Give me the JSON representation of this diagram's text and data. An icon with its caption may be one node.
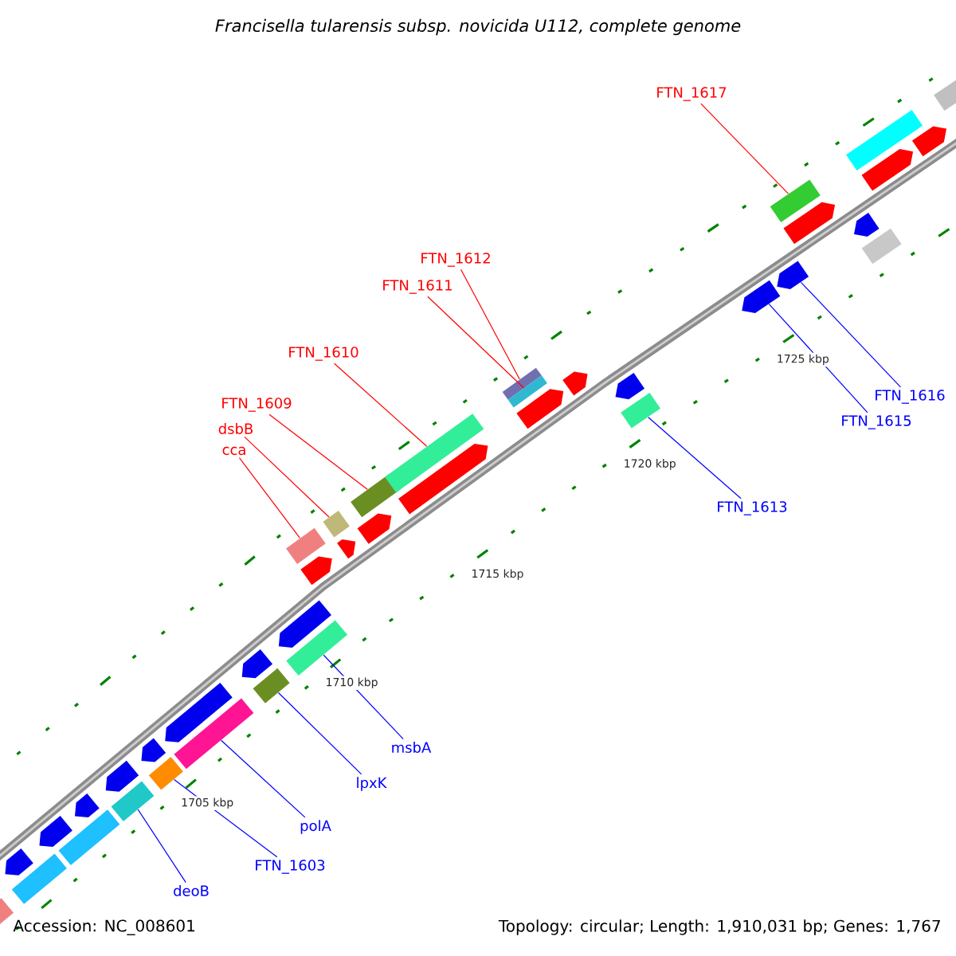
{
  "diagram": {
    "title": "Francisella tularensis subsp. novicida U112, complete genome",
    "nodes": [
      {
        "text": [
          "FTN_1617"
        ]
      },
      {
        "text": [
          "FTN_1612"
        ]
      },
      {
        "text": [
          "FTN_1611"
        ]
      },
      {
        "text": [
          "FTN_1610"
        ]
      },
      {
        "text": [
          "FTN_1616"
        ]
      },
      {
        "text": [
          "FTN_1609"
        ]
      },
      {
        "text": [
          "FTN_1615"
        ]
      },
      {
        "text": [
          "dsbB"
        ]
      },
      {
        "text": [
          "cca"
        ]
      },
      {
        "text": [
          "FTN_1613"
        ]
      },
      {
        "text": [
          "msbA"
        ]
      },
      {
        "text": [
          "lpxK"
        ]
      },
      {
        "text": [
          "polA"
        ]
      },
      {
        "text": [
          "FTN_1603"
        ]
      },
      {
        "text": [
          "deoB"
        ]
      },
      {
        "text": [],
        "shape": "bar"
      },
      {
        "text": [],
        "shape": "arrow"
      },
      {
        "text": [],
        "shape": "bar"
      },
      {
        "text": [],
        "shape": "arrow"
      },
      {
        "text": [],
        "shape": "arrow"
      },
      {
        "text": [],
        "shape": "bar"
      },
      {
        "text": [],
        "shape": "arrow"
      },
      {
        "text": [],
        "shape": "bar"
      },
      {
        "text": [],
        "shape": "arrow"
      },
      {
        "text": [],
        "shape": "bar"
      },
      {
        "text": [],
        "shape": "arrow"
      },
      {
        "text": [],
        "shape": "bar"
      },
      {
        "text": [],
        "shape": "arrow"
      },
      {
        "text": [],
        "shape": "bar"
      },
      {
        "text": [],
        "shape": "bar"
      },
      {
        "text": [],
        "shape": "arrow"
      },
      {
        "text": [],
        "shape": "arrow"
      },
      {
        "text": [],
        "shape": "bar"
      },
      {
        "text": [],
        "shape": "bar"
      },
      {
        "text": [],
        "shape": "arrow"
      },
      {
        "text": [],
        "shape": "arrow"
      },
      {
        "text": [],
        "shape": "bar"
      },
      {
        "text": [],
        "shape": "bar"
      },
      {
        "text": [],
        "shape": "arrow"
      },
      {
        "text": [],
        "shape": "bar"
      },
      {
        "text": [],
        "shape": "bar"
      },
      {
        "text": [],
        "shape": "arrow"
      },
      {
        "text": [],
        "shape": "arrow"
      },
      {
        "text": [],
        "shape": "arrow"
      },
      {
        "text": [],
        "shape": "bar"
      },
      {
        "text": [],
        "shape": "arrow"
      },
      {
        "text": [],
        "shape": "bar"
      },
      {
        "text": [],
        "shape": "arrow"
      },
      {
        "text": [],
        "shape": "arrow"
      },
      {
        "text": [],
        "shape": "arrow"
      },
      {
        "text": [],
        "shape": "bar"
      },
      {
        "text": [],
        "shape": "arrow"
      },
      {
        "text": [],
        "shape": "bar"
      },
      {
        "text": [],
        "shape": "arrow"
      },
      {
        "text": [],
        "shape": "bar"
      }
    ],
    "edges": [
      {
        "from": 0,
        "to": 46,
        "arrow": "none",
        "color": "#ff0000"
      },
      {
        "from": 1,
        "to": 39,
        "arrow": "none",
        "color": "#ff0000"
      },
      {
        "from": 2,
        "to": 40,
        "arrow": "none",
        "color": "#ff0000"
      },
      {
        "from": 3,
        "to": 37,
        "arrow": "none",
        "color": "#ff0000"
      },
      {
        "from": 4,
        "to": 47,
        "arrow": "none"
      },
      {
        "from": 5,
        "to": 36,
        "arrow": "none",
        "color": "#ff0000"
      },
      {
        "from": 6,
        "to": 45,
        "arrow": "none"
      },
      {
        "from": 7,
        "to": 33,
        "arrow": "none",
        "color": "#ff0000"
      },
      {
        "from": 8,
        "to": 29,
        "arrow": "none",
        "color": "#ff0000"
      },
      {
        "from": 9,
        "to": 44,
        "arrow": "none"
      },
      {
        "from": 10,
        "to": 32,
        "arrow": "none"
      },
      {
        "from": 11,
        "to": 28,
        "arrow": "none"
      },
      {
        "from": 12,
        "to": 26,
        "arrow": "none"
      },
      {
        "from": 13,
        "to": 24,
        "arrow": "none"
      },
      {
        "from": 14,
        "to": 22,
        "arrow": "none"
      }
    ],
    "labels": [
      "1725 kbp",
      "1720 kbp",
      "1715 kbp",
      "1710 kbp",
      "1705 kbp",
      "Accession: NC_008601",
      "Topology: circular; Length: 1,910,031 bp; Genes: 1,767"
    ]
  }
}
